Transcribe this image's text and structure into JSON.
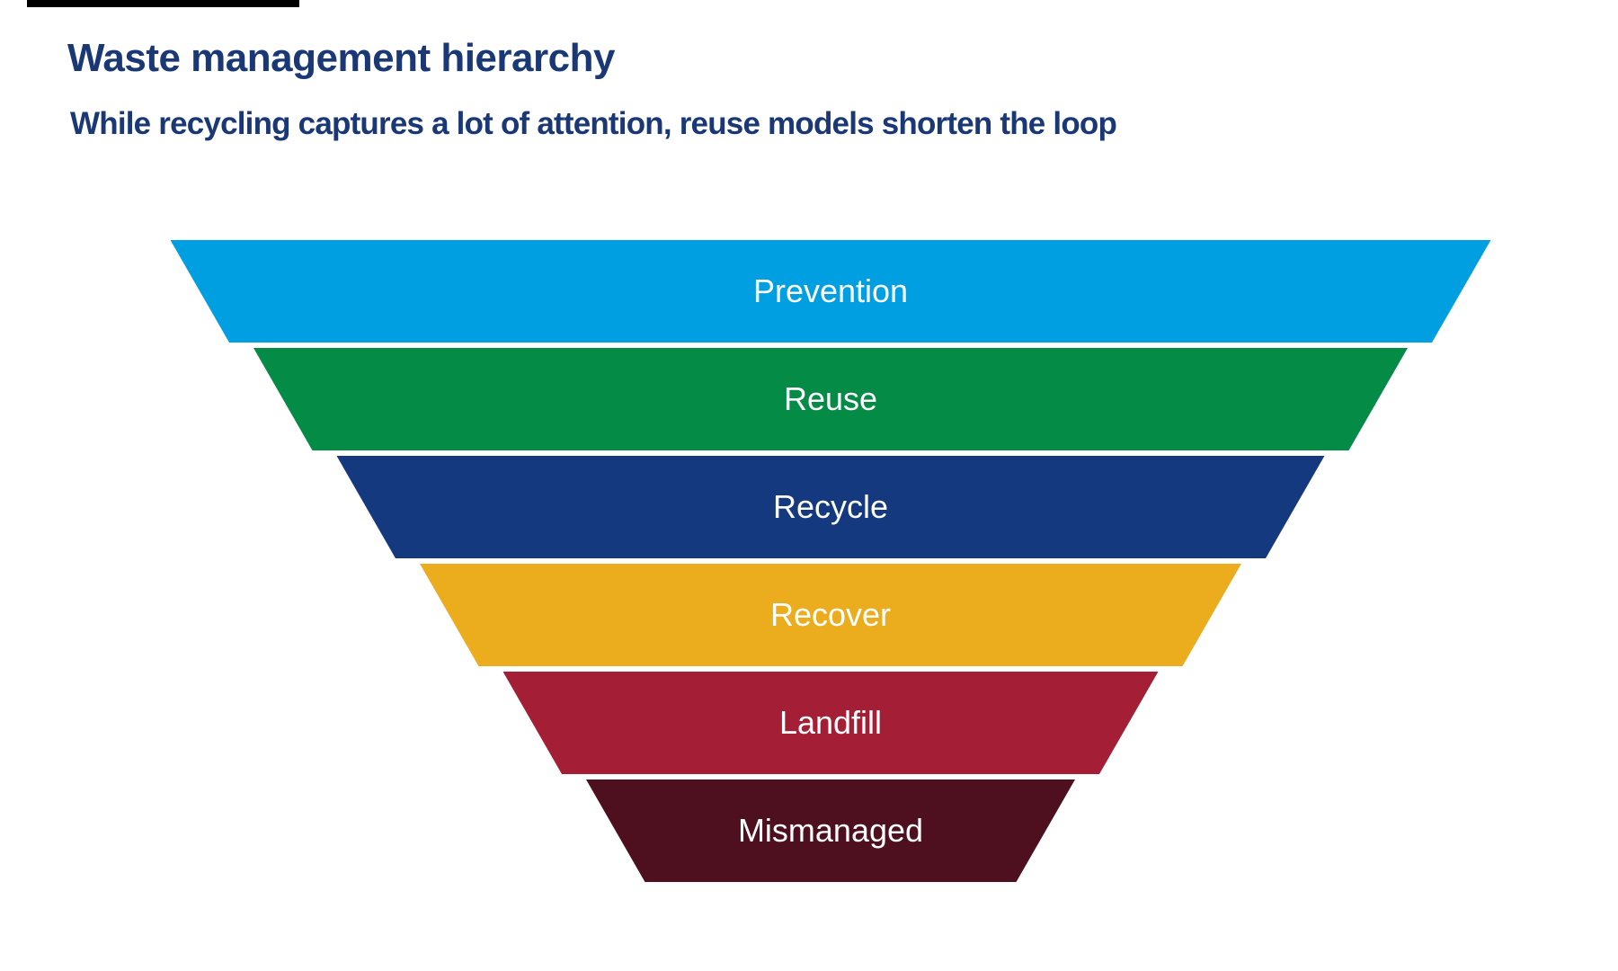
{
  "page": {
    "title": "Waste management hierarchy",
    "subtitle": "While recycling captures a lot of attention, reuse models shorten the loop",
    "title_color": "#1A3876",
    "background_color": "#FFFFFF"
  },
  "funnel": {
    "label_color": "#FFFFFF",
    "stages": [
      {
        "label": "Prevention",
        "color": "#009FE2"
      },
      {
        "label": "Reuse",
        "color": "#048B45"
      },
      {
        "label": "Recycle",
        "color": "#14397F"
      },
      {
        "label": "Recover",
        "color": "#EBAC1D"
      },
      {
        "label": "Landfill",
        "color": "#A41E35"
      },
      {
        "label": "Mismanaged",
        "color": "#4E0F1E"
      }
    ],
    "relative_top_widths": [
      1.0,
      0.87,
      0.75,
      0.62,
      0.5,
      0.37
    ]
  }
}
